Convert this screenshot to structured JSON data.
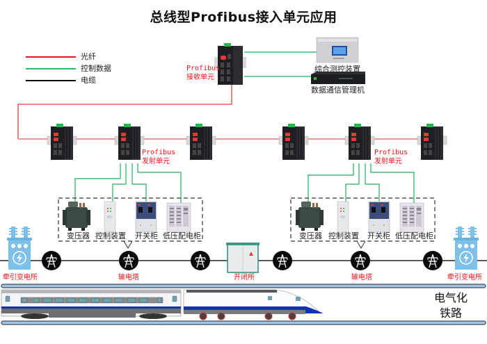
{
  "title": "总线型Profibus接入单元应用",
  "legend": [
    {
      "label": "光纤",
      "color": "#e8121b"
    },
    {
      "label": "控制数据",
      "color": "#2bbd6a"
    },
    {
      "label": "电缆",
      "color": "#000000"
    }
  ],
  "receiver": {
    "label_line1": "Profibus",
    "label_line2": "接收单元"
  },
  "control_center": [
    {
      "label": "综合测控装置"
    },
    {
      "label": "数据通信管理机"
    }
  ],
  "transmitter_groups": [
    {
      "label_line1": "Profibus",
      "label_line2": "发射单元",
      "equipment": [
        "变压器",
        "控制装置",
        "开关柜",
        "低压配电柜"
      ]
    },
    {
      "label_line1": "Profibus",
      "label_line2": "发射单元",
      "equipment": [
        "变压器",
        "控制装置",
        "开关柜",
        "低压配电柜"
      ]
    }
  ],
  "power_line": {
    "nodes": [
      {
        "type": "substation",
        "label": "牵引变电所"
      },
      {
        "type": "tower",
        "label": ""
      },
      {
        "type": "tower",
        "label": "输电塔"
      },
      {
        "type": "tower",
        "label": ""
      },
      {
        "type": "switching-station",
        "label": "开闭所"
      },
      {
        "type": "tower",
        "label": ""
      },
      {
        "type": "tower",
        "label": "输电塔"
      },
      {
        "type": "tower",
        "label": ""
      },
      {
        "type": "substation",
        "label": "牵引变电所"
      }
    ]
  },
  "railway": {
    "label_line1": "电气化",
    "label_line2": "铁路"
  },
  "colors": {
    "fiber": "#ee3b3b",
    "control": "#1fae5b",
    "cable": "#222222",
    "device_body": "#1d1f22",
    "substation_blue": "#7fc0ea",
    "train_stripe": "#1232b5"
  }
}
